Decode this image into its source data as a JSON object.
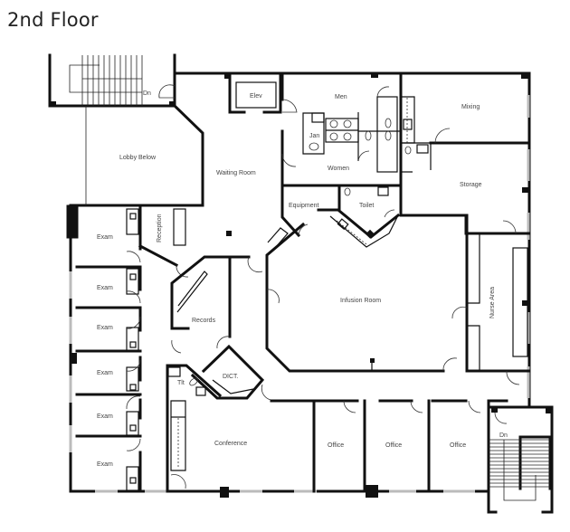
{
  "title": "2nd Floor",
  "rooms": {
    "stair_top": "Dn",
    "elevator": "Elev",
    "men": "Men",
    "janitor": "Jan",
    "women": "Women",
    "mixing": "Mixing",
    "lobby_below": "Lobby Below",
    "waiting_room": "Waiting Room",
    "equipment": "Equipment",
    "toilet": "Toilet",
    "storage": "Storage",
    "reception": "Reception",
    "exam_1": "Exam",
    "exam_2": "Exam",
    "exam_3": "Exam",
    "exam_4": "Exam",
    "exam_5": "Exam",
    "exam_6": "Exam",
    "records": "Records",
    "infusion_room": "Infusion Room",
    "nurse_area": "Nurse Area",
    "dict": "DICT.",
    "toilet_small": "Tlt",
    "conference": "Conference",
    "office_1": "Office",
    "office_2": "Office",
    "office_3": "Office",
    "stair_bottom": "Dn"
  }
}
